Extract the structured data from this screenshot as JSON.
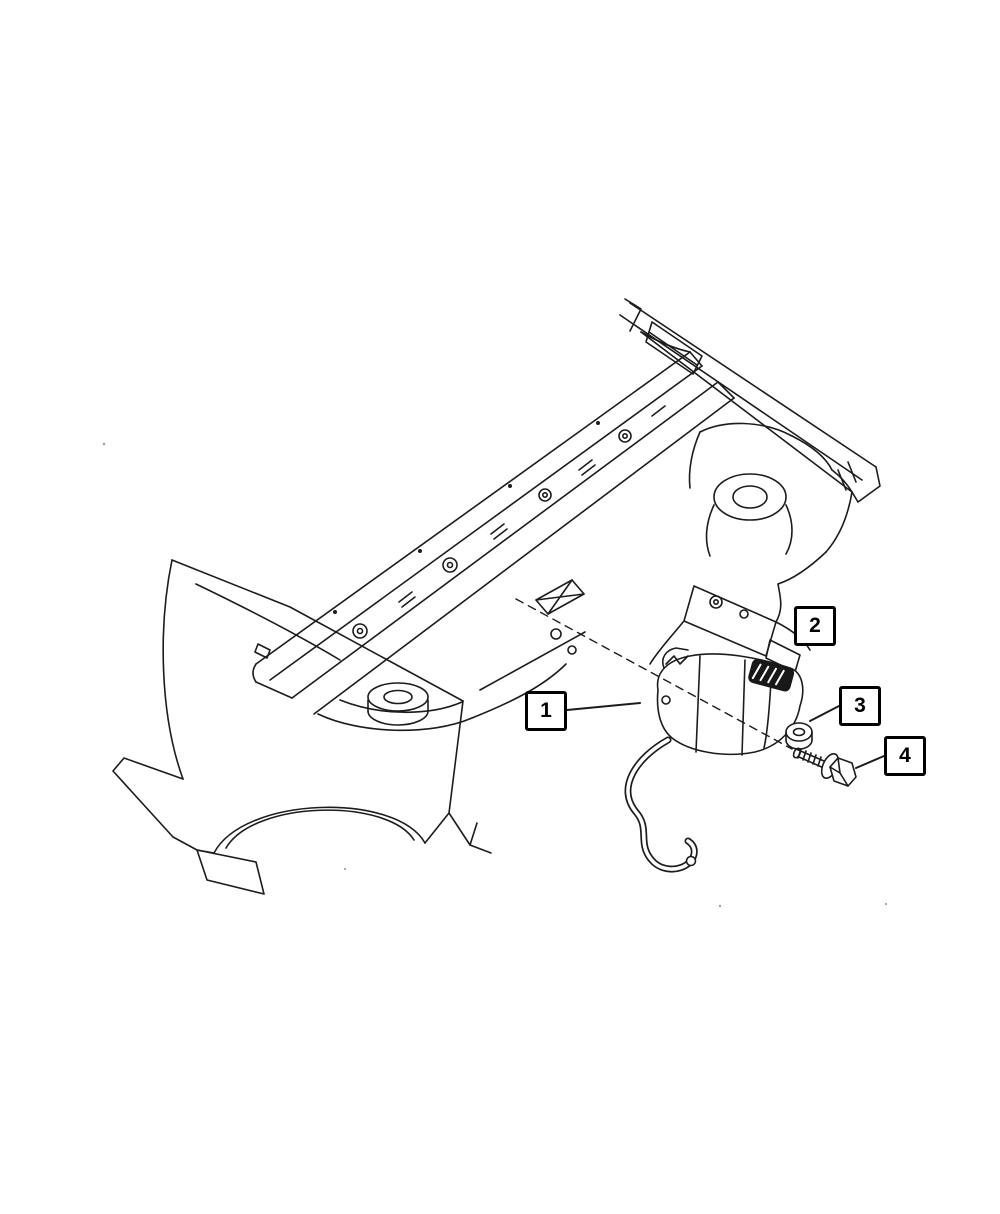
{
  "page": {
    "background_color": "#ffffff",
    "line_color": "#1c1c1c",
    "callout_border_color": "#000000"
  },
  "diagram": {
    "kind": "exploded-parts-line-drawing",
    "callouts": [
      {
        "label": "1"
      },
      {
        "label": "2"
      },
      {
        "label": "3"
      },
      {
        "label": "4"
      }
    ]
  }
}
